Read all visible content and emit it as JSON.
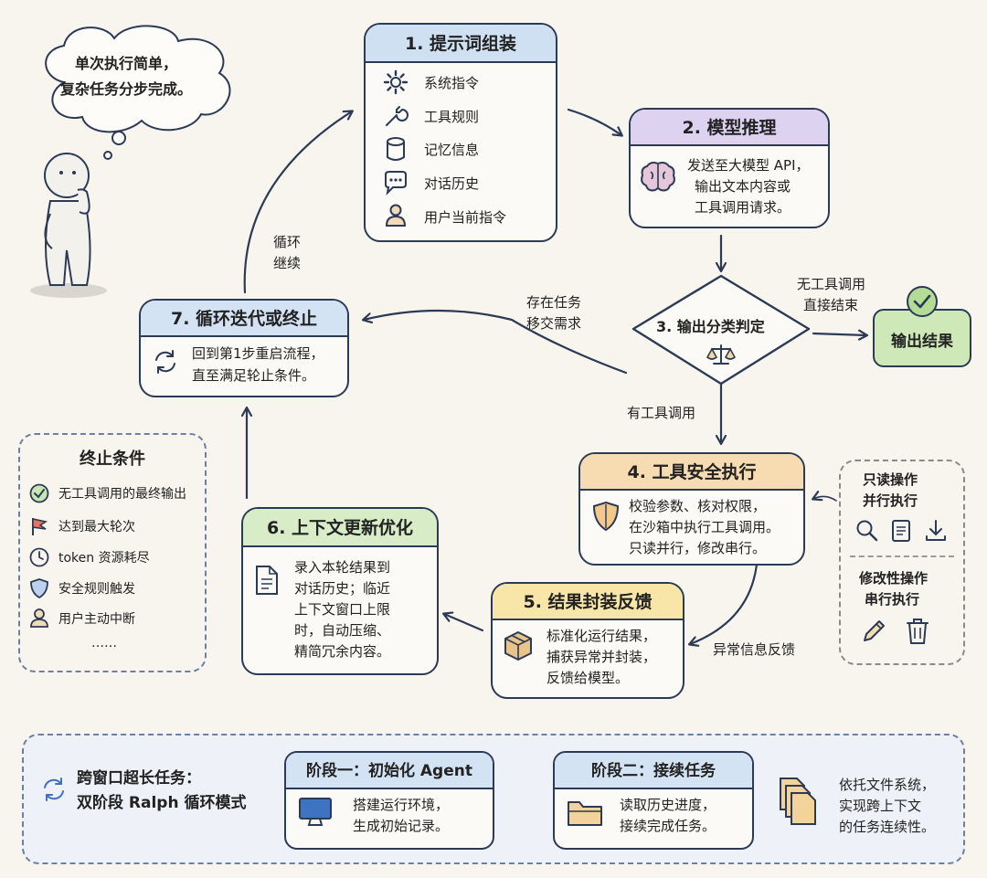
{
  "thought": {
    "line1": "单次执行简单，",
    "line2": "复杂任务分步完成。"
  },
  "step1": {
    "title": "1. 提示词组装",
    "items": [
      "系统指令",
      "工具规则",
      "记忆信息",
      "对话历史",
      "用户当前指令"
    ]
  },
  "step2": {
    "title": "2. 模型推理",
    "lines": [
      "发送至大模型 API，",
      "输出文本内容或",
      "工具调用请求。"
    ]
  },
  "step3": {
    "title": "3. 输出分类判定"
  },
  "output": {
    "title": "输出结果"
  },
  "edges": {
    "no_tool": [
      "无工具调用",
      "直接结束"
    ],
    "has_task": [
      "存在任务",
      "移交需求"
    ],
    "has_tool": "有工具调用",
    "loop": [
      "循环",
      "继续"
    ],
    "exception": "异常信息反馈"
  },
  "step4": {
    "title": "4. 工具安全执行",
    "lines": [
      "校验参数、核对权限，",
      "在沙箱中执行工具调用。",
      "只读并行，修改串行。"
    ]
  },
  "ops": {
    "readonly": [
      "只读操作",
      "并行执行"
    ],
    "modify": [
      "修改性操作",
      "串行执行"
    ]
  },
  "step5": {
    "title": "5. 结果封装反馈",
    "lines": [
      "标准化运行结果，",
      "捕获异常并封装，",
      "反馈给模型。"
    ]
  },
  "step6": {
    "title": "6. 上下文更新优化",
    "lines": [
      "录入本轮结果到",
      "对话历史；临近",
      "上下文窗口上限",
      "时，自动压缩、",
      "精简冗余内容。"
    ]
  },
  "step7": {
    "title": "7. 循环迭代或终止",
    "lines": [
      "回到第1步重启流程，",
      "直至满足轮止条件。"
    ]
  },
  "term": {
    "title": "终止条件",
    "items": [
      "无工具调用的最终输出",
      "达到最大轮次",
      "token 资源耗尽",
      "安全规则触发",
      "用户主动中断"
    ],
    "more": "……"
  },
  "bottom": {
    "title": [
      "跨窗口超长任务：",
      "双阶段 Ralph 循环模式"
    ],
    "phase1": {
      "title": "阶段一：初始化 Agent",
      "lines": [
        "搭建运行环境，",
        "生成初始记录。"
      ]
    },
    "phase2": {
      "title": "阶段二：接续任务",
      "lines": [
        "读取历史进度，",
        "接续完成任务。"
      ]
    },
    "note": [
      "依托文件系统，",
      "实现跨上下文",
      "的任务连续性。"
    ]
  },
  "colors": {
    "step1": "#cfe0f2",
    "step2": "#ddd3f0",
    "step4": "#f6dcb0",
    "step5": "#f7e6a8",
    "step6": "#d7ecc7",
    "step7": "#d3e3f4",
    "output": "#cfe8b8",
    "stroke": "#2b3a55"
  }
}
